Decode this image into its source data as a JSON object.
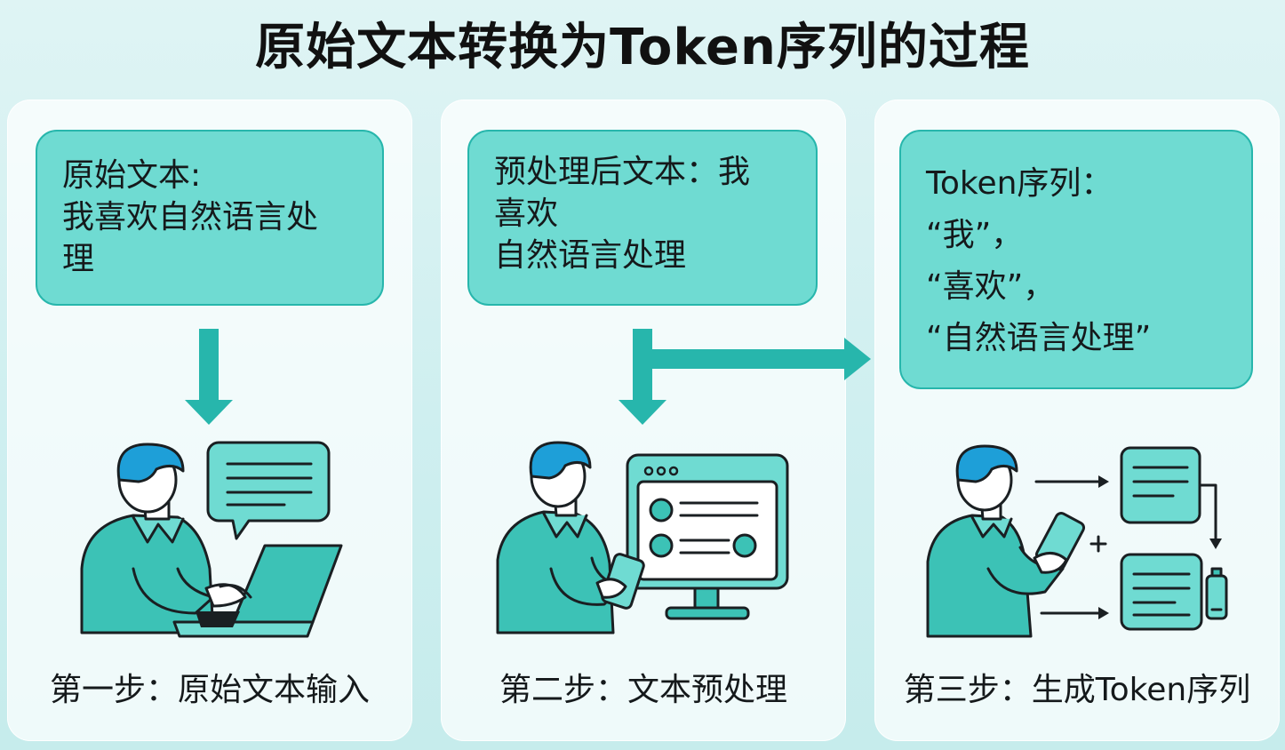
{
  "title": "原始文本转换为Token序列的过程",
  "steps": [
    {
      "box_lines": [
        "原始文本:",
        "我喜欢自然语言处",
        "理"
      ],
      "caption": "第一步：原始文本输入"
    },
    {
      "box_lines": [
        "预处理后文本：我",
        "喜欢",
        "自然语言处理"
      ],
      "caption": "第二步：文本预处理"
    },
    {
      "box_lines": [
        "Token序列：",
        "“我”，",
        "“喜欢”，",
        "“自然语言处理”"
      ],
      "caption": "第三步：生成Token序列"
    }
  ],
  "colors": {
    "teal": "#27b6ac",
    "teal_fill": "#6fdbd2",
    "hair": "#1e9fd8",
    "outline": "#1a1f22"
  },
  "icons": [
    "arrow-down-icon",
    "arrow-right-icon",
    "person-laptop-icon",
    "chat-bubble-icon",
    "monitor-icon",
    "phone-icon",
    "document-icon",
    "plus-icon"
  ]
}
